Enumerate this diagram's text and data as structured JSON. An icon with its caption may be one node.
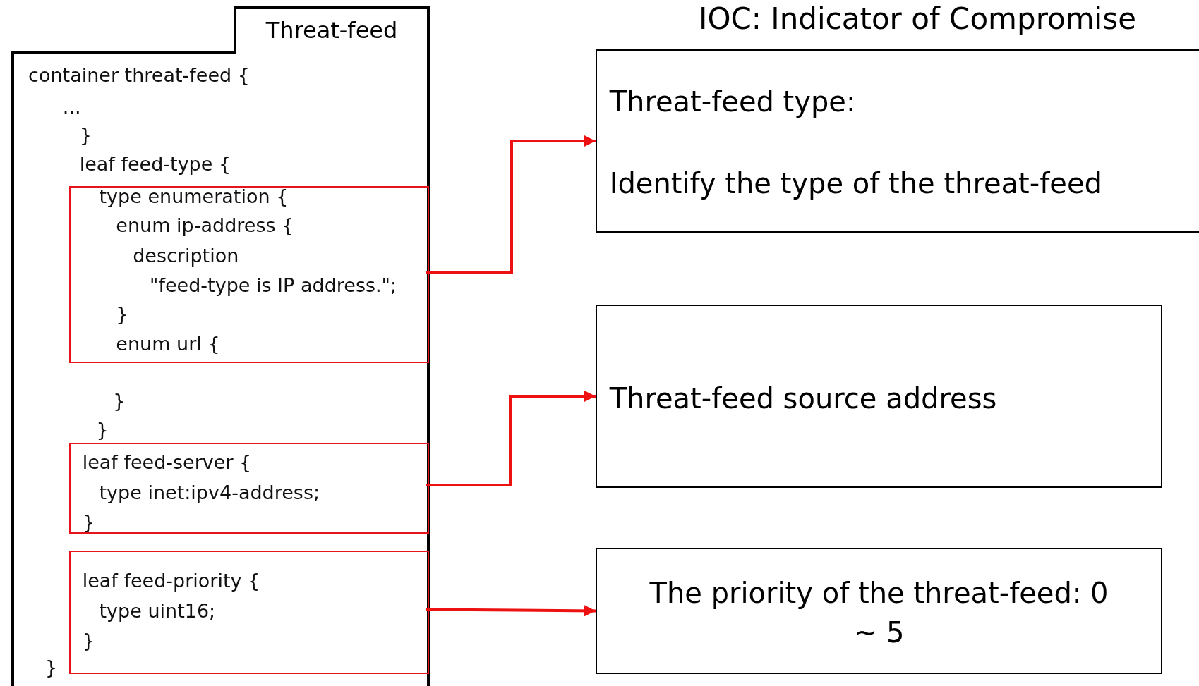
{
  "diagram": {
    "nodes": [
      {
        "text": [
          "Threat-feed",
          "container threat-feed {",
          "...",
          "}",
          "leaf feed-type {",
          "}",
          "}",
          "}"
        ]
      },
      {
        "text": [
          "type enumeration {",
          "enum ip-address {",
          "description",
          "\"feed-type is IP address.\";",
          "}",
          "enum url {"
        ],
        "in": 0
      },
      {
        "text": [
          "leaf feed-server {",
          "type inet:ipv4-address;",
          "}"
        ],
        "in": 0
      },
      {
        "text": [
          "leaf feed-priority {",
          "type uint16;",
          "}"
        ],
        "in": 0
      },
      {
        "text": [
          "Threat-feed type:",
          "Identify the type of the threat-feed"
        ]
      },
      {
        "text": [
          "Threat-feed source address"
        ]
      },
      {
        "text": [
          "The priority of the threat-feed: 0 ~ 5"
        ]
      }
    ],
    "edges": [
      {
        "from": 1,
        "to": 4,
        "arrow": "to"
      },
      {
        "from": 2,
        "to": 5,
        "arrow": "to"
      },
      {
        "from": 3,
        "to": 6,
        "arrow": "to"
      }
    ],
    "labels": [
      "IOC: Indicator of Compromise"
    ]
  }
}
